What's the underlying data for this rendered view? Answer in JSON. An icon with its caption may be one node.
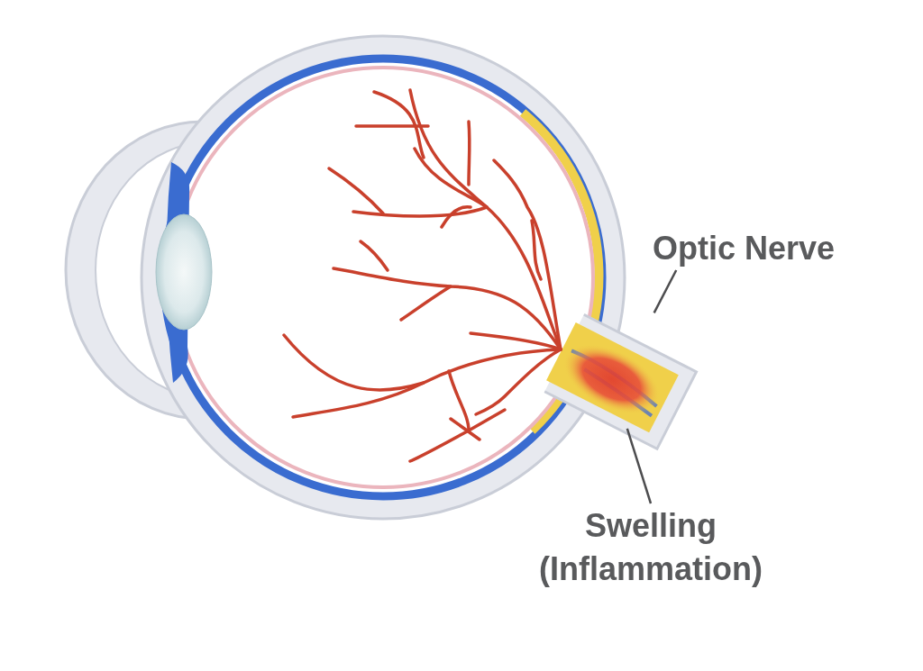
{
  "diagram": {
    "nodes": [
      {
        "text": [
          "Optic Nerve"
        ]
      },
      {
        "text": [
          "Swelling (Inflammation)"
        ]
      },
      {
        "text": [],
        "shape": "bar"
      },
      {
        "text": [],
        "shape": "ellipse",
        "in": 2
      }
    ],
    "edges": [
      {
        "from": 0,
        "to": 2,
        "arrow": "none"
      },
      {
        "from": 1,
        "to": 3,
        "arrow": "none"
      }
    ]
  }
}
